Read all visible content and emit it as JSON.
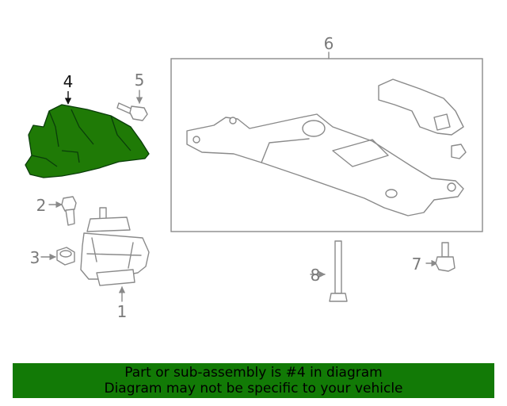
{
  "callouts": {
    "c1": "1",
    "c2": "2",
    "c3": "3",
    "c4": "4",
    "c5": "5",
    "c6": "6",
    "c7": "7",
    "c8": "8"
  },
  "highlighted_part": "4",
  "colors": {
    "highlight_fill": "#1f7a06",
    "banner_bg": "#127a06",
    "line": "#8a8a8a"
  },
  "banner": {
    "line1": "Part or sub-assembly is #4 in diagram",
    "line2": "Diagram may not be specific to your vehicle"
  }
}
